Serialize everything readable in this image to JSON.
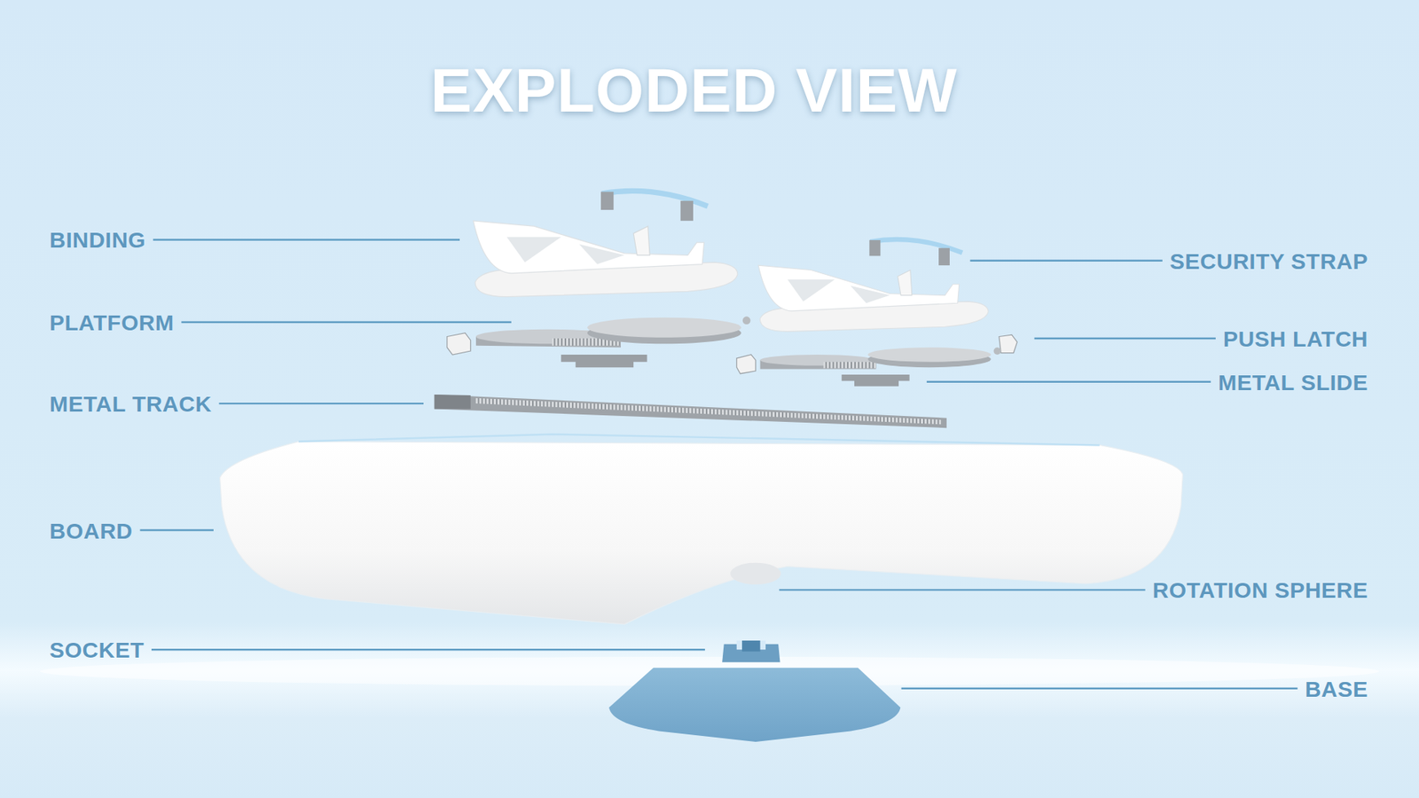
{
  "diagram": {
    "title": "EXPLODED VIEW",
    "labels": [
      "BINDING",
      "PLATFORM",
      "METAL TRACK",
      "BOARD",
      "SOCKET",
      "SECURITY STRAP",
      "PUSH LATCH",
      "METAL SLIDE",
      "ROTATION SPHERE",
      "BASE"
    ]
  }
}
